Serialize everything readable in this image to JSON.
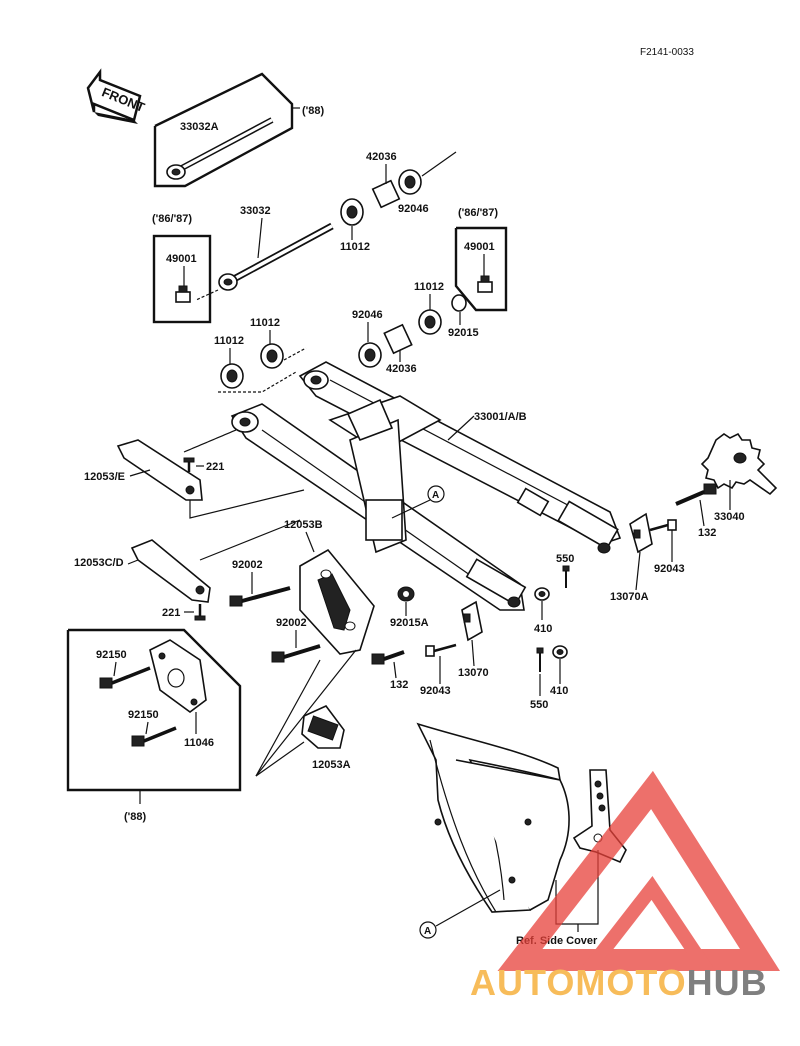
{
  "doc_code": "F2141-0033",
  "front_label": "FRONT",
  "year_88_top": "('88)",
  "year_86_87_left": "('86/'87)",
  "year_86_87_right": "('86/'87)",
  "year_88_bottom": "('88)",
  "ref_side_cover": "Ref. Side Cover",
  "callout_A": "A",
  "parts": {
    "p33032A": "33032A",
    "p42036_top": "42036",
    "p92046_top": "92046",
    "p33032": "33032",
    "p11012_a": "11012",
    "p49001_left": "49001",
    "p49001_right": "49001",
    "p11012_b": "11012",
    "p92015": "92015",
    "p11012_c": "11012",
    "p92046_mid": "92046",
    "p11012_d": "11012",
    "p42036_mid": "42036",
    "p33001": "33001/A/B",
    "p221_top": "221",
    "p12053E": "12053/E",
    "p33040": "33040",
    "p12053B": "12053B",
    "p132_right": "132",
    "p12053CD": "12053C/D",
    "p92002_a": "92002",
    "p550_top": "550",
    "p92043_right": "92043",
    "p13070A": "13070A",
    "p221_bottom": "221",
    "p92015A": "92015A",
    "p92002_b": "92002",
    "p410_a": "410",
    "p92150_a": "92150",
    "p132_mid": "132",
    "p13070": "13070",
    "p92043_mid": "92043",
    "p410_b": "410",
    "p550_bottom": "550",
    "p92150_b": "92150",
    "p11046": "11046",
    "p12053A": "12053A"
  },
  "watermark": {
    "brand_part1": "AUTOMOTO",
    "brand_part2": "HUB",
    "color_orange": "#f5a623",
    "color_gray": "#555555",
    "triangle_color": "#e8413a"
  }
}
